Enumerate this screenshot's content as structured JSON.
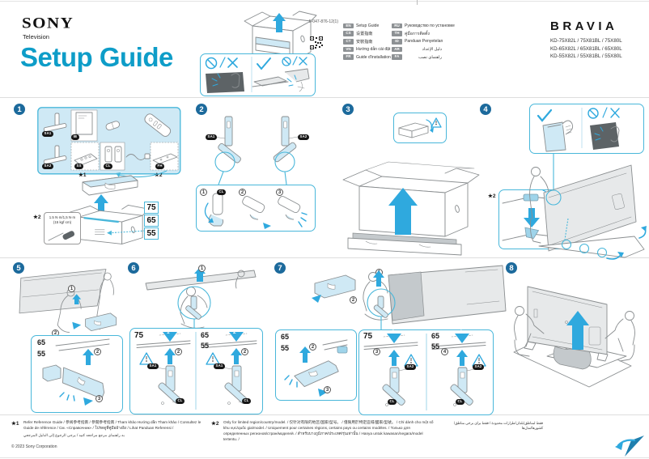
{
  "header": {
    "brand": "SONY",
    "subtitle": "Television",
    "title": "Setup Guide",
    "part_number": "5-047-876-12(1)",
    "bravia": "BRAVIA",
    "models": [
      "KD-75X82L / 75X81BL / 75X80L",
      "KD-65X82L / 65X81BL / 65X80L",
      "KD-55X82L / 55X81BL / 55X80L"
    ]
  },
  "languages": [
    {
      "code": "EN",
      "label": "Setup Guide"
    },
    {
      "code": "CS",
      "label": "设置指南"
    },
    {
      "code": "CT",
      "label": "安裝指南"
    },
    {
      "code": "VN",
      "label": "Hướng dẫn cài đặt"
    },
    {
      "code": "FR",
      "label": "Guide d'installation"
    },
    {
      "code": "RU",
      "label": "Руководство по установке"
    },
    {
      "code": "TH",
      "label": "คู่มือการติดตั้ง"
    },
    {
      "code": "ID",
      "label": "Panduan Penyetelan"
    },
    {
      "code": "AR",
      "label": "دليل الإعداد"
    },
    {
      "code": "FA",
      "label": "راهنمای نصب"
    }
  ],
  "steps": {
    "s1": "1",
    "s2": "2",
    "s3": "3",
    "s4": "4",
    "s5": "5",
    "s6": "6",
    "s7": "7",
    "s8": "8"
  },
  "nums": {
    "n1": "1",
    "n2": "2",
    "n3": "3",
    "n4": "4"
  },
  "sizes": {
    "s75": "75",
    "s65": "65",
    "s55": "55"
  },
  "tags": {
    "sa1": "SA1",
    "sa2": "SA2",
    "cl": "CL",
    "ib": "IB",
    "ss": "SS",
    "fh": "FH"
  },
  "marks": {
    "star1": "★1",
    "star2": "★2",
    "torque_line1": "1.5 N·m/1,5 N·m",
    "torque_line2": "(15 kgf·cm)"
  },
  "footer": {
    "star1_label": "★1",
    "star1_text": "Refer Reference Guide / 参阅参考指南 / 參閱參考指南 / Tham khảo Hướng dẫn Tham khảo / Consultez le Guide de référence / См. «Справочник» / โปรดดูที่คู่มืออ้างอิง / Lihat Panduan Referensi /",
    "star1_rtl": "به راهنمای مرجع مراجعه کنید / يرجى الرجوع إلى الدليل المرجعي",
    "star2_label": "★2",
    "star2_text": "Only for limited region/country/model. / 仅针对有限的地区/国家/型号。 / 僅限用於特定區域/國家/型號。 / Chỉ dành cho một số khu vực/quốc gia/model. / Uniquement pour certaines régions, certains pays ou certains modèles. / Только для определенных регионов/стран/моделей. / สำหรับบางภูมิภาค/ประเทศ/รุ่นเท่านั้น / Hanya untuk kawasan/negara/model tertentu. /",
    "star2_rtl": "فقط لمناطق/بلدان/طرازات محدودة / فقط برای برخی مناطق/کشورها/مدل‌ها",
    "copyright": "© 2023 Sony Corporation"
  },
  "colors": {
    "accent": "#2FA9DE",
    "outline_cyan": "#49B7DA",
    "badge": "#1C6A9C",
    "title": "#0E9DC8"
  }
}
